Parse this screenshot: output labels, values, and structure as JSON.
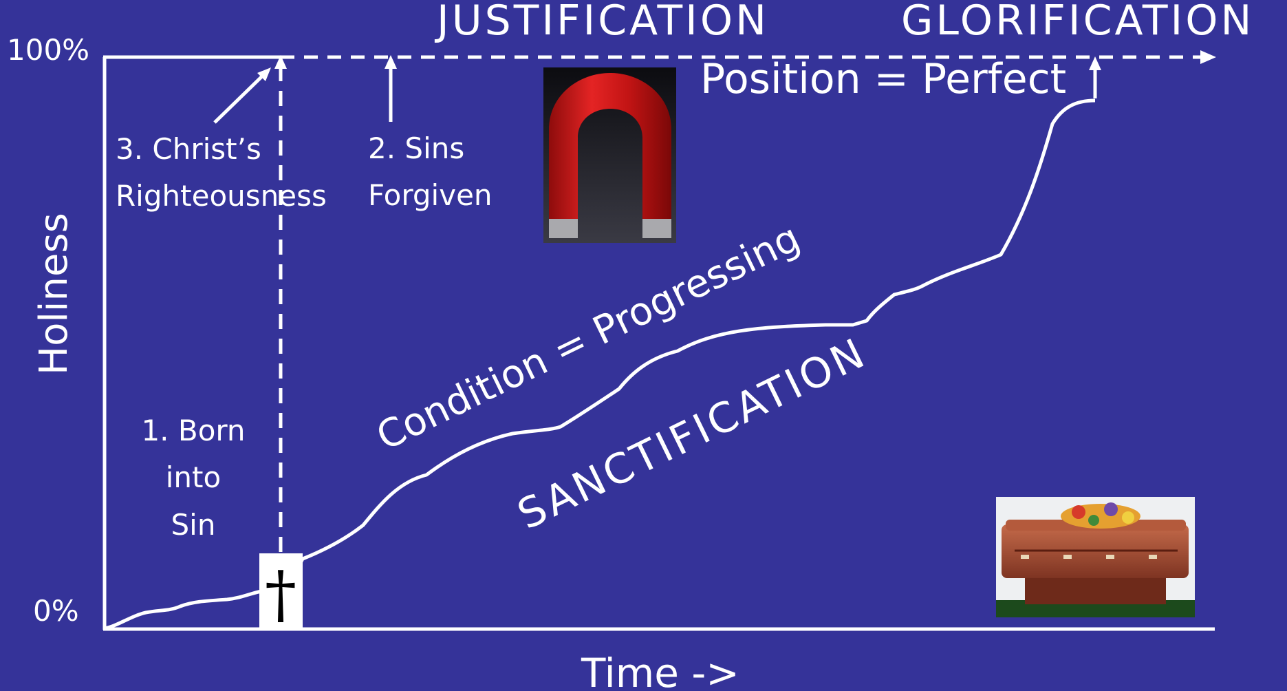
{
  "heading": {
    "justification": "JUSTIFICATION",
    "glorification": "GLORIFICATION"
  },
  "axis": {
    "y_label": "Holiness",
    "x_label": "Time ->",
    "y_top": "100%",
    "y_bottom": "0%"
  },
  "labels": {
    "christs_righteousness_line1": "3. Christ’s",
    "christs_righteousness_line2": "Righteousness",
    "sins_forgiven_line1": "2. Sins",
    "sins_forgiven_line2": "Forgiven",
    "born_line1": "1. Born",
    "born_line2": "into",
    "born_line3": "Sin",
    "position": "Position = Perfect",
    "condition": "Condition = Progressing",
    "sanctification": "SANCTIFICATION",
    "cross_symbol": "†"
  },
  "icons": {
    "magnet": "magnet-icon",
    "casket": "casket-icon",
    "cross": "cross-icon"
  },
  "colors": {
    "background": "#353399",
    "foreground": "#ffffff",
    "magnet_red": "#d81a1a"
  }
}
